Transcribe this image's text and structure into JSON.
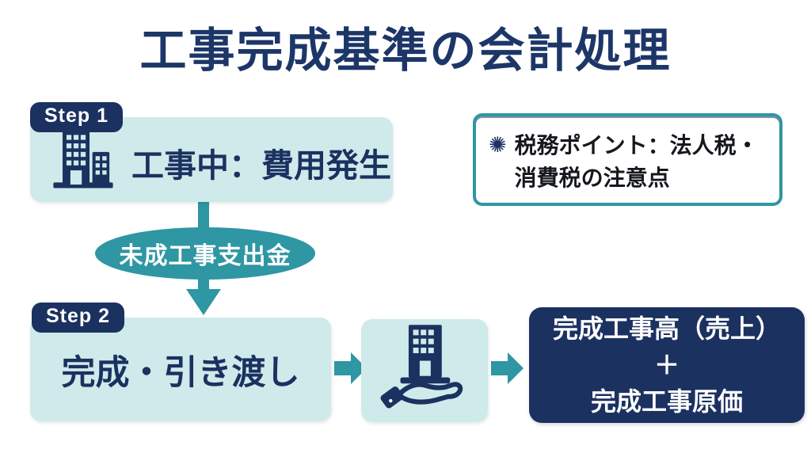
{
  "colors": {
    "navy": "#1b3160",
    "title_navy": "#1d3668",
    "teal": "#2f96a3",
    "light_teal": "#cfeaea",
    "note_text": "#15181d",
    "background": "#ffffff"
  },
  "title": "工事完成基準の会計処理",
  "steps": {
    "step1": {
      "badge": "Step 1",
      "label": "工事中：費用発生"
    },
    "step2": {
      "badge": "Step 2",
      "label": "完成・引き渡し"
    }
  },
  "transfer": {
    "label": "未成工事支出金"
  },
  "result": {
    "line1": "完成工事高（売上）",
    "line2": "＋",
    "line3": "完成工事原価"
  },
  "tax_note": {
    "bullet_glyph": "✺",
    "line1": "税務ポイント：法人税・",
    "line2": "消費税の注意点"
  },
  "icons": {
    "step1_icon": "buildings-icon",
    "handover_icon": "hand-holding-building-icon",
    "flow_down": "arrow-down-icon",
    "flow_right_1": "arrow-right-icon",
    "flow_right_2": "arrow-right-icon",
    "note_bullet": "starburst-icon"
  }
}
